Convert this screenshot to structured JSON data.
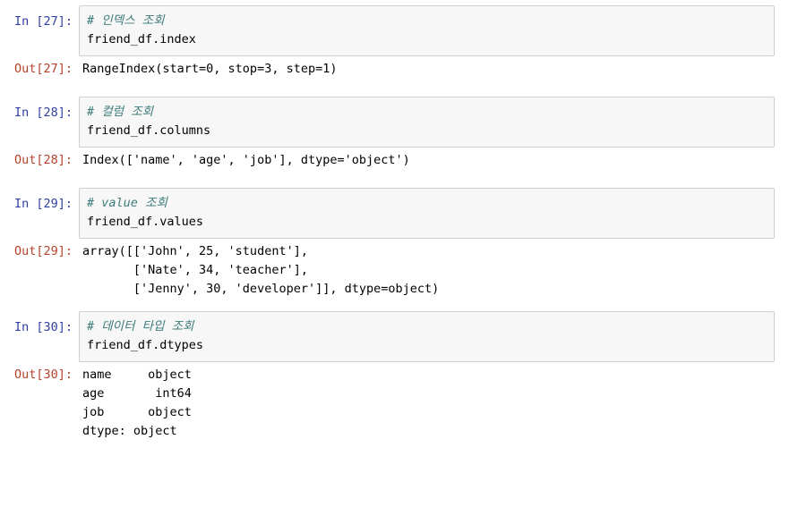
{
  "notebook": {
    "cells": [
      {
        "in_prompt": "In [27]:",
        "out_prompt": "Out[27]:",
        "comment": "# 인덱스 조회",
        "code": "friend_df.index",
        "output": "RangeIndex(start=0, stop=3, step=1)"
      },
      {
        "in_prompt": "In [28]:",
        "out_prompt": "Out[28]:",
        "comment": "# 컬럼 조회",
        "code": "friend_df.columns",
        "output": "Index(['name', 'age', 'job'], dtype='object')"
      },
      {
        "in_prompt": "In [29]:",
        "out_prompt": "Out[29]:",
        "comment": "# value 조회",
        "code": "friend_df.values",
        "output": "array([['John', 25, 'student'],\n       ['Nate', 34, 'teacher'],\n       ['Jenny', 30, 'developer']], dtype=object)"
      },
      {
        "in_prompt": "In [30]:",
        "out_prompt": "Out[30]:",
        "comment": "# 데이터 타입 조회",
        "code": "friend_df.dtypes",
        "output": "name     object\nage       int64\njob      object\ndtype: object"
      }
    ]
  },
  "colors": {
    "in_prompt": "#303f9f",
    "out_prompt": "#b5412a",
    "comment": "#3d7b7b",
    "code": "#000000",
    "cell_background": "#f7f7f7",
    "cell_border": "#cfcfcf",
    "page_background": "#ffffff"
  }
}
